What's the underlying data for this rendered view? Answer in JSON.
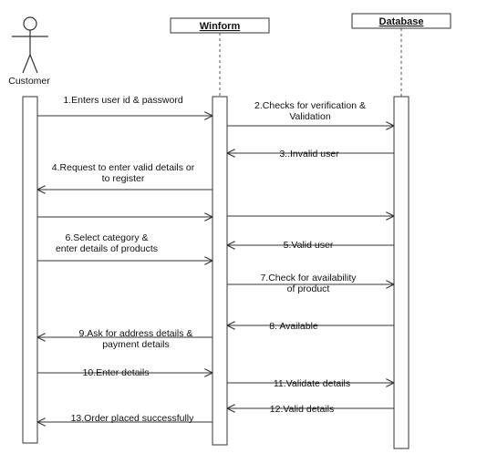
{
  "participants": {
    "customer": "Customer",
    "winform": "Winform",
    "database": "Database"
  },
  "messages": [
    {
      "id": "m1",
      "lines": [
        "1.Enters user id & password"
      ],
      "from": "customer",
      "to": "winform"
    },
    {
      "id": "m2",
      "lines": [
        "2.Checks for verification &",
        "Validation"
      ],
      "from": "winform",
      "to": "database"
    },
    {
      "id": "m3",
      "lines": [
        "3..Invalid user"
      ],
      "from": "database",
      "to": "winform"
    },
    {
      "id": "m4",
      "lines": [
        "4.Request to enter valid details or",
        "to register"
      ],
      "from": "winform",
      "to": "customer"
    },
    {
      "id": "m4a",
      "lines": [],
      "from": "customer",
      "to": "winform"
    },
    {
      "id": "m4b",
      "lines": [],
      "from": "winform",
      "to": "database"
    },
    {
      "id": "m6",
      "lines": [
        "6.Select category &",
        "enter details of products"
      ],
      "from": "customer",
      "to": "winform"
    },
    {
      "id": "m5",
      "lines": [
        "5.Valid user"
      ],
      "from": "database",
      "to": "winform"
    },
    {
      "id": "m7",
      "lines": [
        "7.Check for availability",
        "of product"
      ],
      "from": "winform",
      "to": "database"
    },
    {
      "id": "m8",
      "lines": [
        "8. Available"
      ],
      "from": "database",
      "to": "winform"
    },
    {
      "id": "m9",
      "lines": [
        "9.Ask for address details &",
        "payment details"
      ],
      "from": "winform",
      "to": "customer"
    },
    {
      "id": "m10",
      "lines": [
        "10.Enter details"
      ],
      "from": "customer",
      "to": "winform"
    },
    {
      "id": "m11",
      "lines": [
        "11.Validate details"
      ],
      "from": "winform",
      "to": "database"
    },
    {
      "id": "m12",
      "lines": [
        "12.Valid details"
      ],
      "from": "database",
      "to": "winform"
    },
    {
      "id": "m13",
      "lines": [
        "13.Order placed successfully"
      ],
      "from": "winform",
      "to": "customer"
    }
  ]
}
